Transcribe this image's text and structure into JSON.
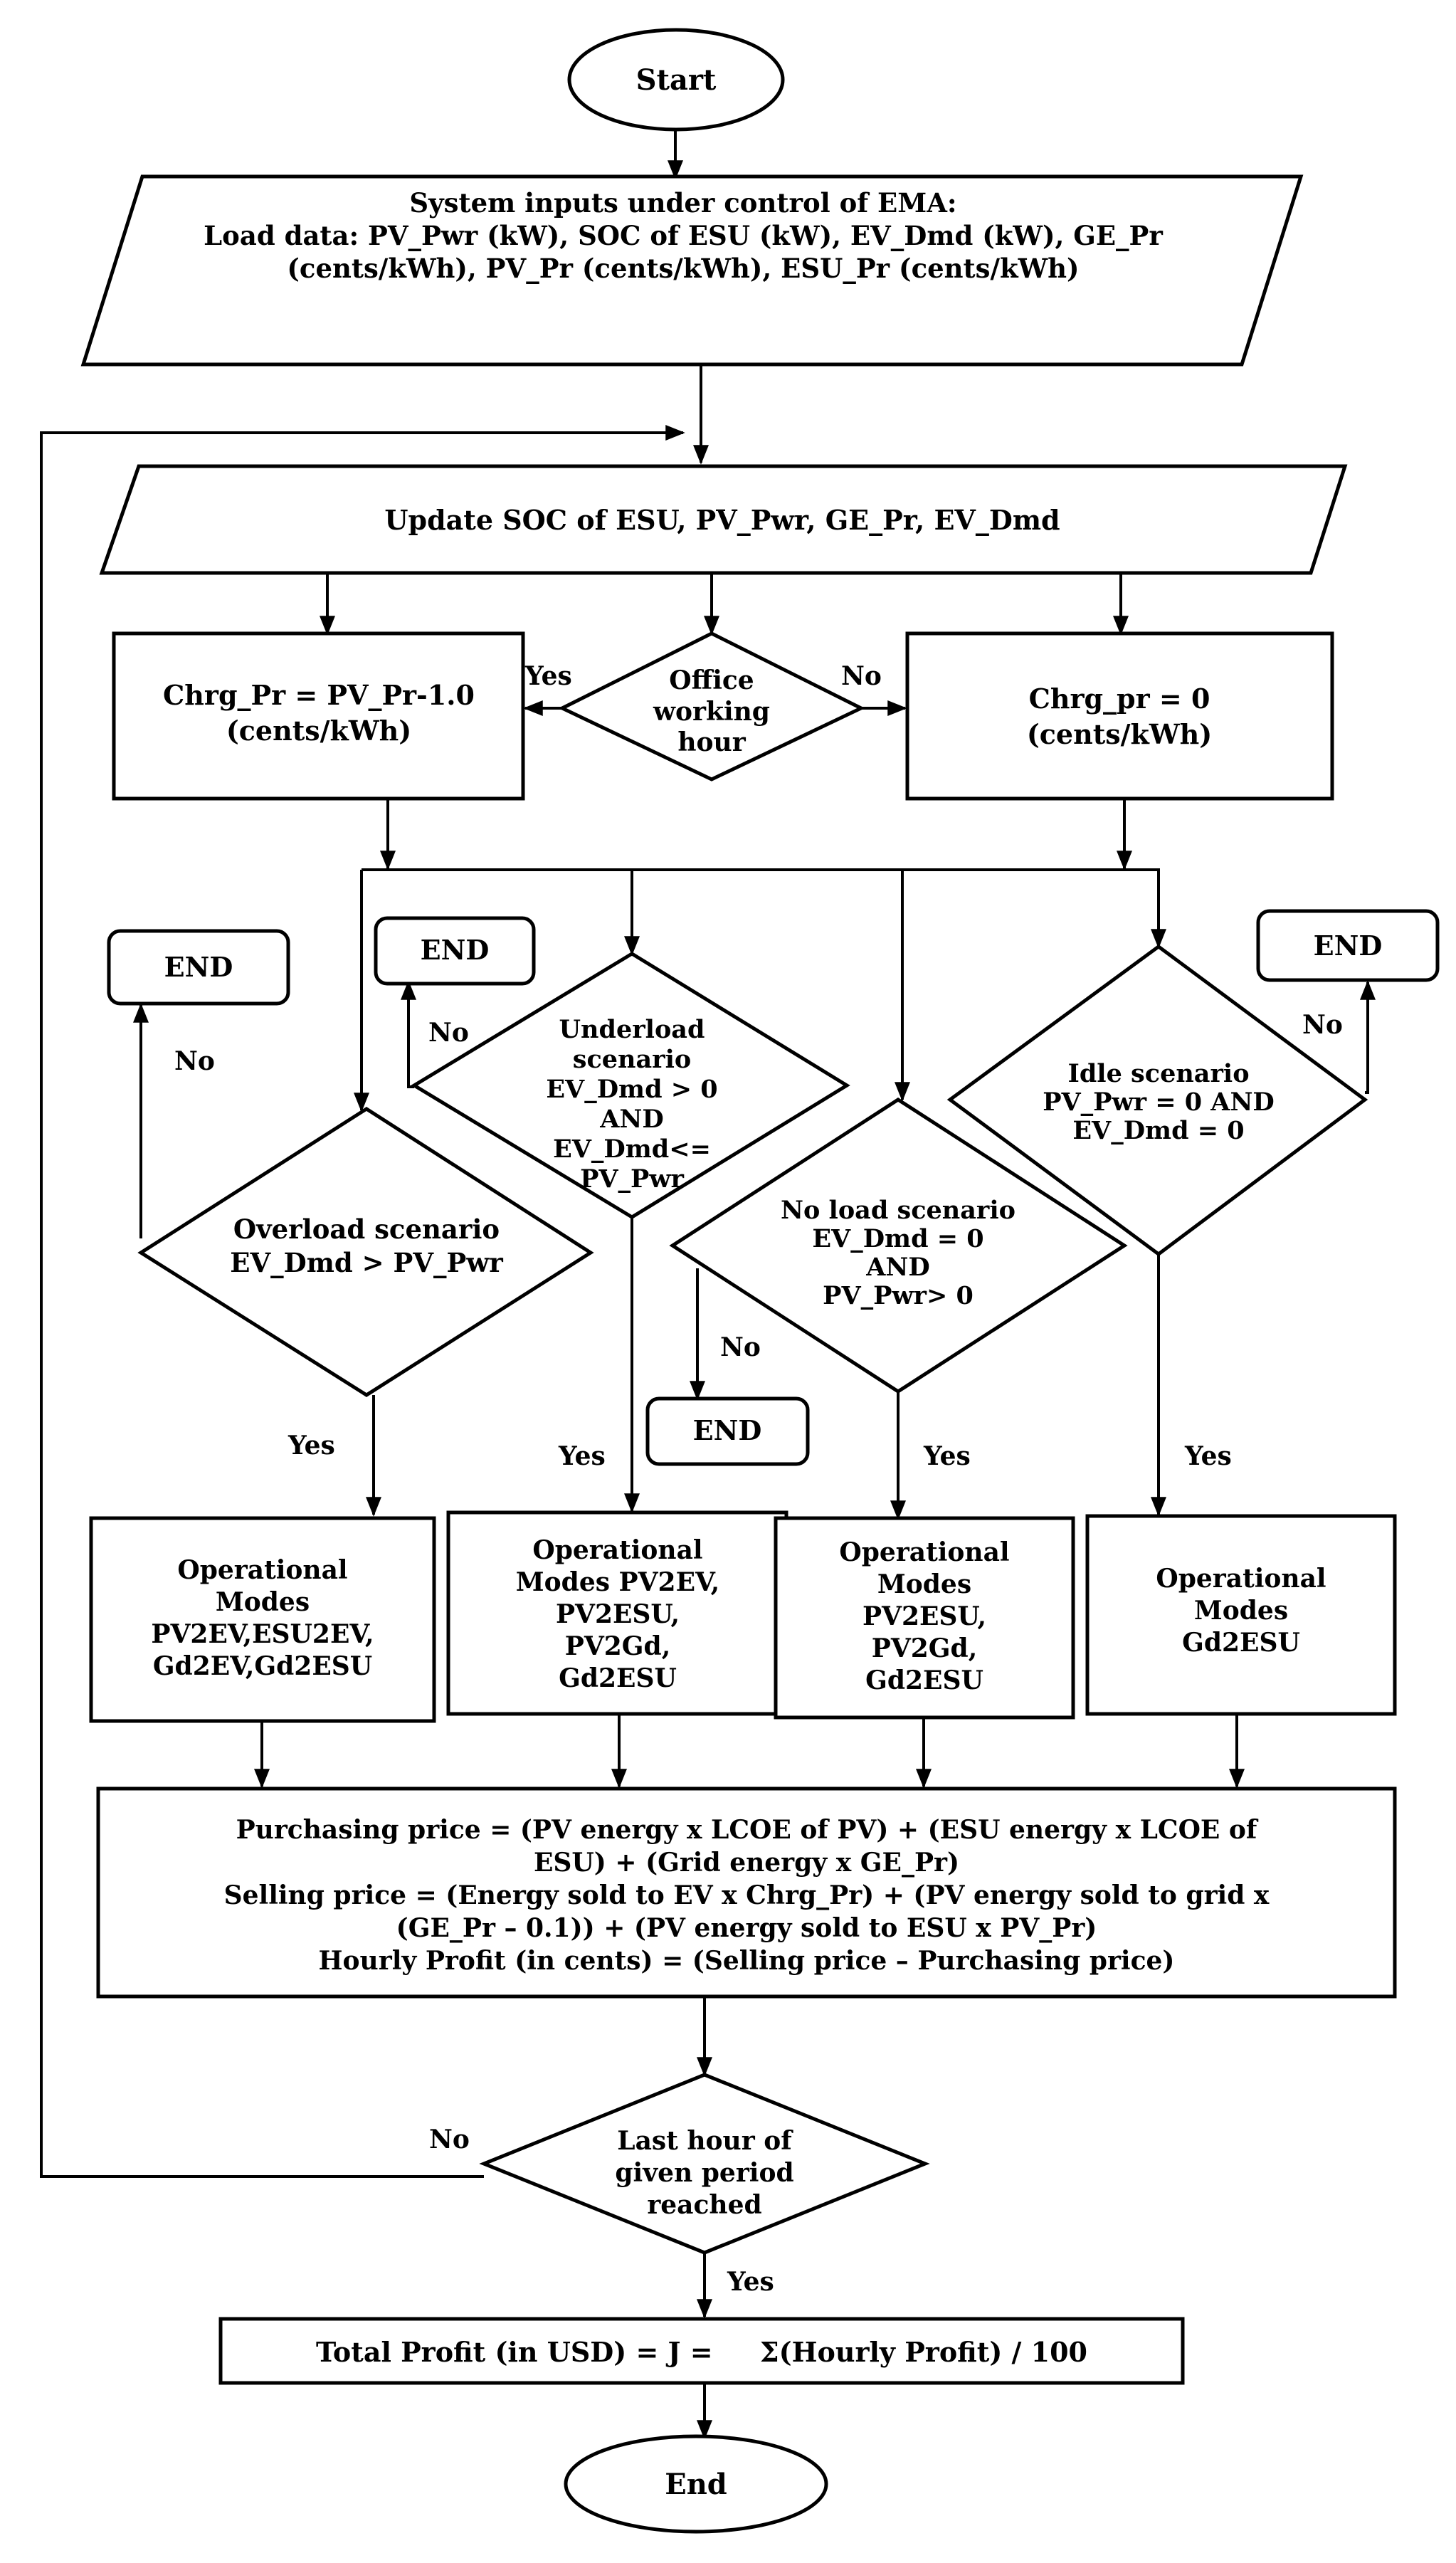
{
  "terminals": {
    "start": "Start",
    "end": "End",
    "end_box": "END"
  },
  "inputs": {
    "line1": "System inputs under control of EMA:",
    "line2": "Load data: PV_Pwr (kW), SOC of ESU (kW), EV_Dmd (kW), GE_Pr",
    "line3": "(cents/kWh), PV_Pr (cents/kWh), ESU_Pr (cents/kWh)"
  },
  "update": "Update SOC of ESU, PV_Pwr, GE_Pr, EV_Dmd",
  "office_decision": {
    "line1": "Office",
    "line2": "working",
    "line3": "hour"
  },
  "charge_yes": {
    "line1": "Chrg_Pr = PV_Pr-1.0",
    "line2": "(cents/kWh)"
  },
  "charge_no": {
    "line1": "Chrg_pr = 0",
    "line2": "(cents/kWh)"
  },
  "overload": {
    "line1": "Overload scenario",
    "line2": "EV_Dmd > PV_Pwr"
  },
  "underload": {
    "line1": "Underload",
    "line2": "scenario",
    "line3": "EV_Dmd > 0",
    "line4": "AND",
    "line5": "EV_Dmd<=",
    "line6": "PV_Pwr"
  },
  "noload": {
    "line1": "No load scenario",
    "line2": "EV_Dmd = 0",
    "line3": "AND",
    "line4": "PV_Pwr> 0"
  },
  "idle": {
    "line1": "Idle scenario",
    "line2": "PV_Pwr = 0 AND",
    "line3": "EV_Dmd = 0"
  },
  "modes": {
    "m1": {
      "line1": "Operational",
      "line2": "Modes",
      "line3": "PV2EV,ESU2EV,",
      "line4": "Gd2EV,Gd2ESU"
    },
    "m2": {
      "line1": "Operational",
      "line2": "Modes PV2EV,",
      "line3": "PV2ESU,",
      "line4": "PV2Gd,",
      "line5": "Gd2ESU"
    },
    "m3": {
      "line1": "Operational",
      "line2": "Modes",
      "line3": "PV2ESU,",
      "line4": "PV2Gd,",
      "line5": "Gd2ESU"
    },
    "m4": {
      "line1": "Operational",
      "line2": "Modes",
      "line3": "Gd2ESU"
    }
  },
  "pricing": {
    "line1": "Purchasing price = (PV energy x LCOE of PV) + (ESU energy x LCOE of",
    "line2": "ESU) + (Grid energy x GE_Pr)",
    "line3": "Selling price = (Energy sold to EV x Chrg_Pr) + (PV energy sold to grid x",
    "line4": "(GE_Pr – 0.1)) + (PV energy sold to ESU x PV_Pr)",
    "line5": "Hourly Profit (in cents) = (Selling price – Purchasing price)"
  },
  "last_hour": {
    "line1": "Last hour of",
    "line2": "given period",
    "line3": "reached"
  },
  "total": "Total Profit (in USD) = J =     Σ(Hourly Profit) / 100",
  "labels": {
    "yes": "Yes",
    "no": "No"
  }
}
